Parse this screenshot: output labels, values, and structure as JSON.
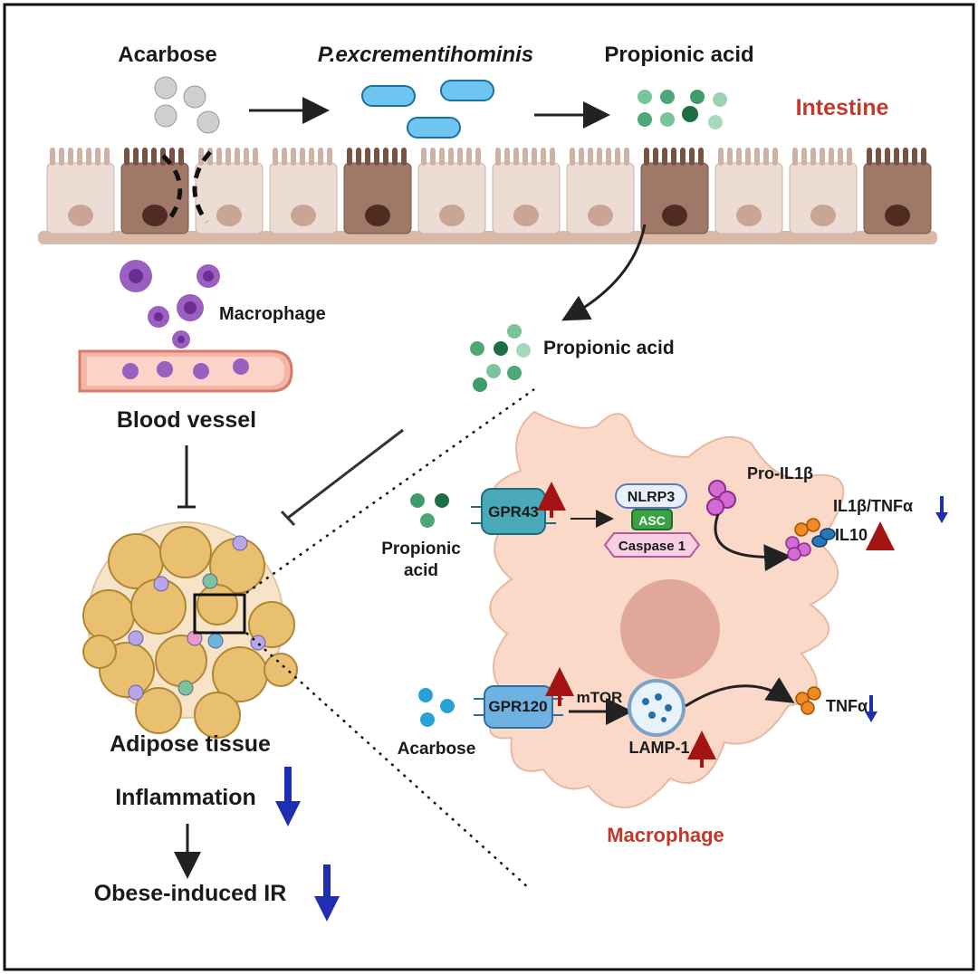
{
  "labels": {
    "acarbose_top": "Acarbose",
    "bacteria": "P.excrementihominis",
    "propionic_top": "Propionic acid",
    "intestine": "Intestine",
    "macrophage_top": "Macrophage",
    "blood_vessel": "Blood vessel",
    "propionic_mid": "Propionic acid",
    "adipose": "Adipose tissue",
    "inflammation": "Inflammation",
    "obese_ir": "Obese-induced IR",
    "propionic_cell_1": "Propionic",
    "propionic_cell_2": "acid",
    "gpr43": "GPR43",
    "nlrp3": "NLRP3",
    "asc": "ASC",
    "caspase1": "Caspase 1",
    "pro_il1b": "Pro-IL1β",
    "il1b_tnfa": "IL1β/TNFα",
    "il10": "IL10",
    "acarbose_cell": "Acarbose",
    "gpr120": "GPR120",
    "mtor": "mTOR",
    "lamp1": "LAMP-1",
    "tnfa": "TNFα",
    "macrophage_bottom": "Macrophage"
  },
  "colors": {
    "accent_red": "#c0392b",
    "down_arrow_blue": "#1f2fb0",
    "up_arrow_red": "#a31515",
    "propionic_green": "#2e8b57",
    "acarbose_blue": "#2aa0d8",
    "macrophage_purple": "#8e44ad",
    "cell_body": "#fbd9c8",
    "epithelium": "#e9d6cc"
  }
}
